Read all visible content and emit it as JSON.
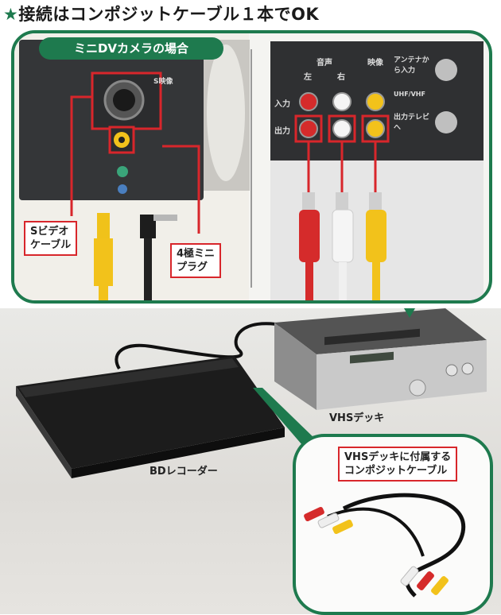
{
  "header": {
    "star": "★",
    "title": "接続はコンポジットケーブル１本でOK"
  },
  "top_left": {
    "section_label": "ミニDVカメラの場合",
    "svideo_cable_line1": "Sビデオ",
    "svideo_cable_line2": "ケーブル",
    "plug_line1": "4極ミニ",
    "plug_line2": "プラグ",
    "jack_label": "S映像"
  },
  "top_right": {
    "col_labels": [
      "音声",
      "映像"
    ],
    "sub_labels": [
      "左",
      "右"
    ],
    "row_in": "入力",
    "row_out": "出力",
    "antenna_in": "アンテナから入力",
    "uhf": "UHF/VHF",
    "antenna_out": "出力テレビへ"
  },
  "bottom": {
    "vhs_label": "VHSデッキ",
    "bd_label": "BDレコーダー",
    "cable_callout_line1": "VHSデッキに付属する",
    "cable_callout_line2": "コンポジットケーブル"
  },
  "colors": {
    "accent_green": "#1e7a4e",
    "highlight_red": "#d8262b",
    "rca_red": "#d52b2b",
    "rca_white": "#eeeeee",
    "rca_yellow": "#f2c21b"
  }
}
